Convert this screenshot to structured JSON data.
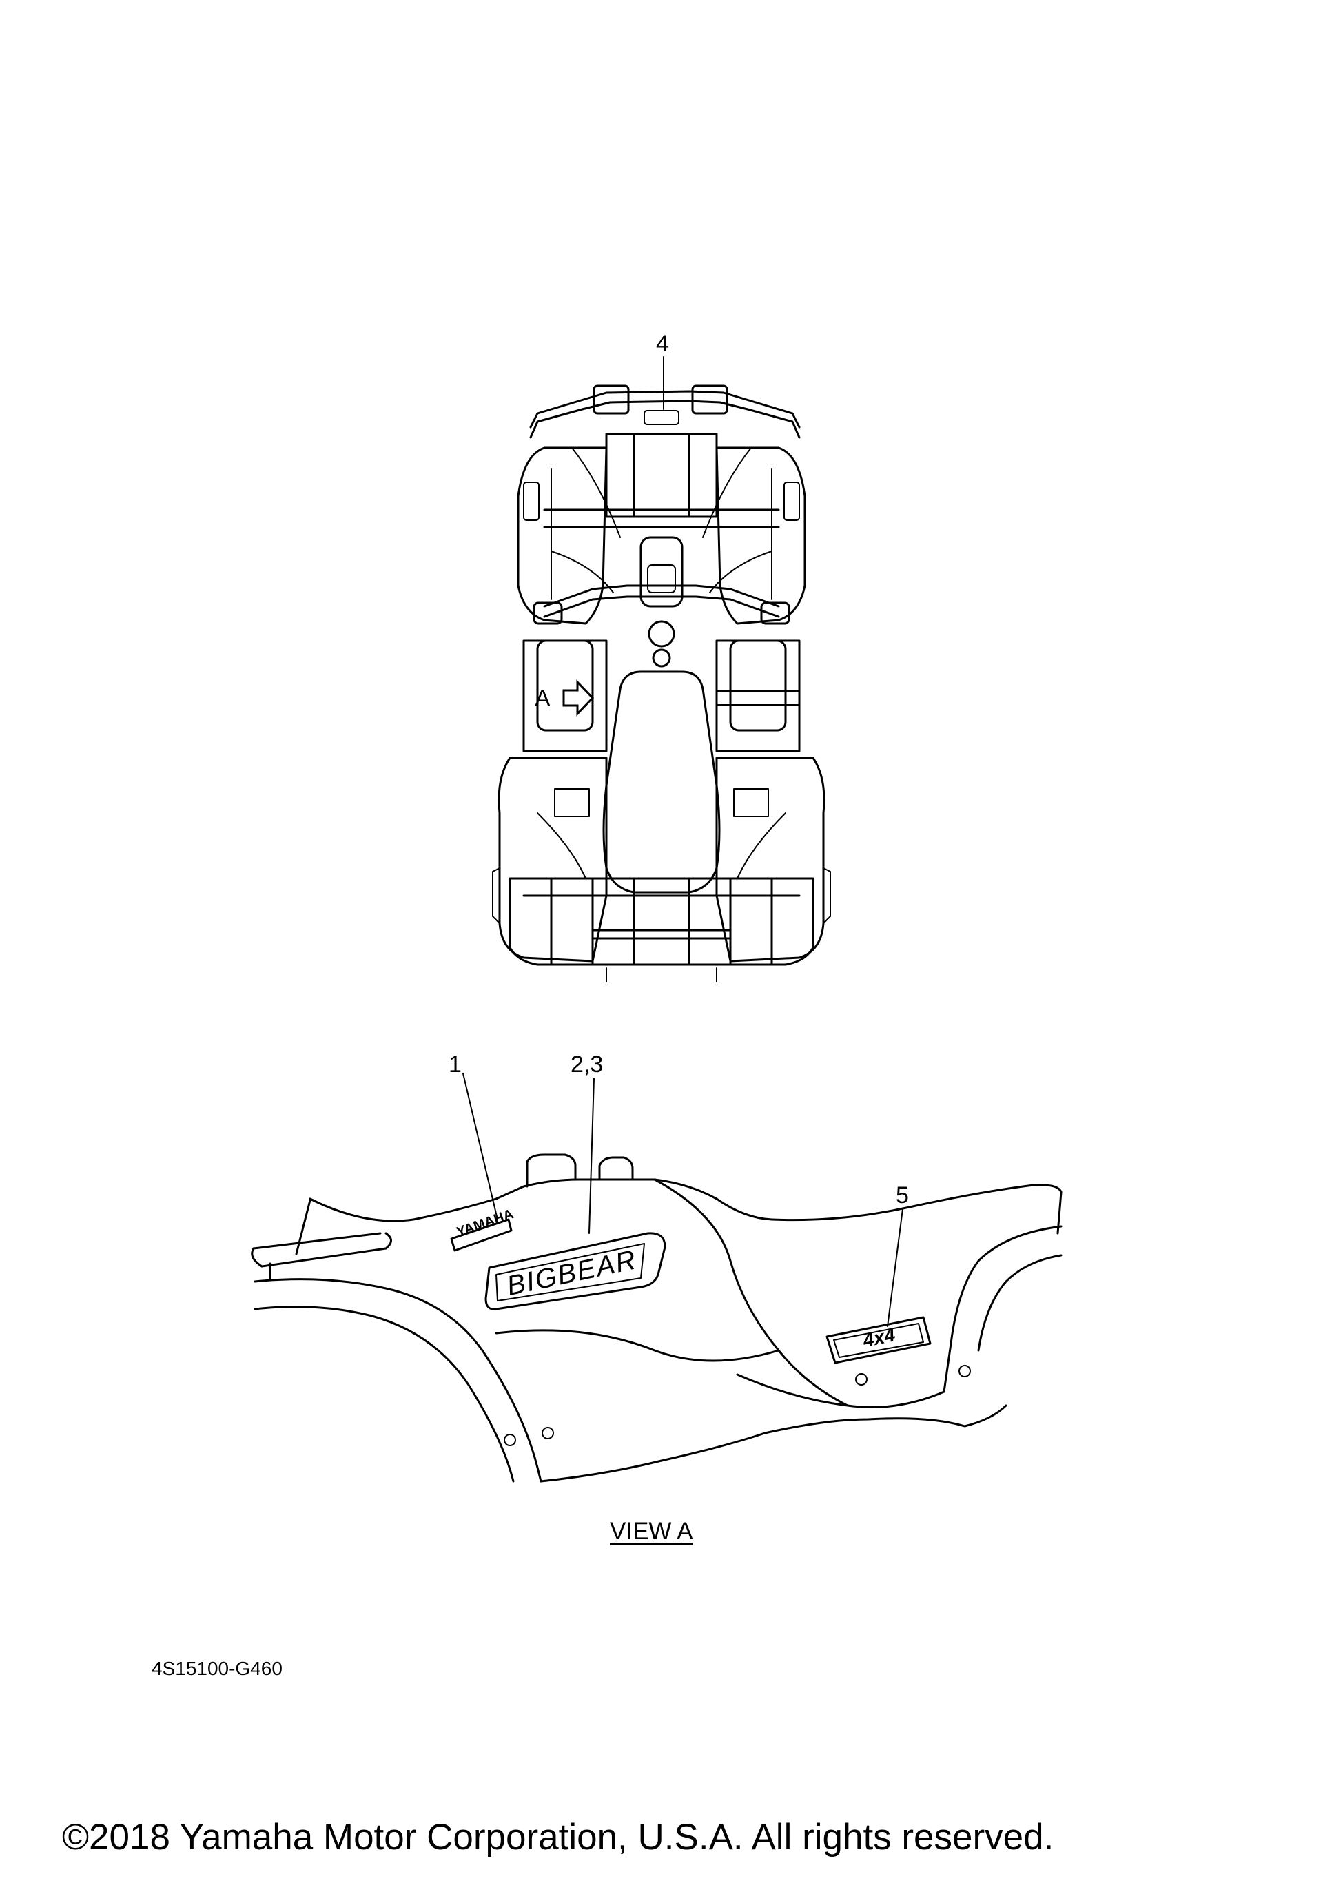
{
  "callouts": {
    "top_view": "4",
    "view_a_left": "1",
    "view_a_mid": "2,3",
    "view_a_right": "5"
  },
  "view_marker": "A",
  "view_title": "VIEW A",
  "decals": {
    "decal_1": "YAMAHA",
    "decal_2": "BIGBEAR",
    "decal_5": "4x4"
  },
  "part_code": "4S15100-G460",
  "copyright": "©2018 Yamaha Motor Corporation, U.S.A. All rights reserved."
}
